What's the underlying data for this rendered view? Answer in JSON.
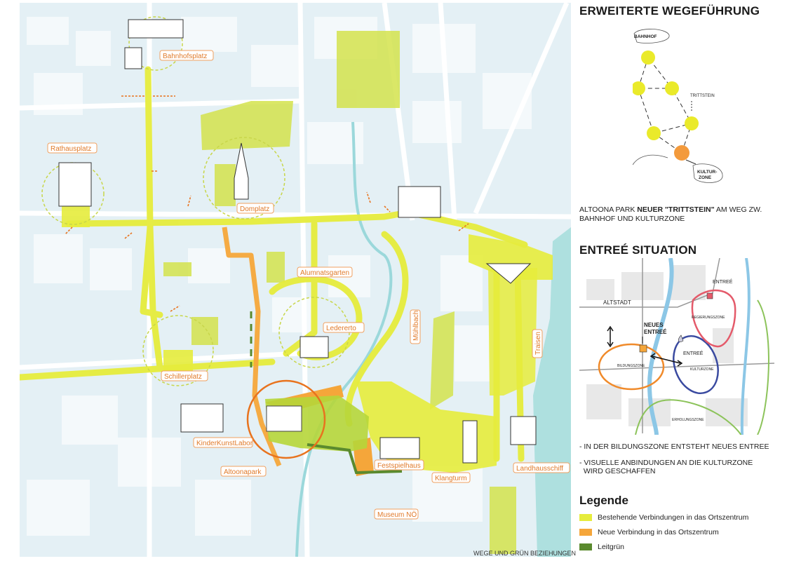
{
  "map": {
    "places": {
      "bahnhofsplatz": "Bahnhofsplatz",
      "rathausplatz": "Rathausplatz",
      "domplatz": "Domplatz",
      "alumnatsgarten": "Alumnatsgarten",
      "ledererto": "Ledererto",
      "schillerplatz": "Schillerplatz",
      "kinderkunstlabor": "KinderKunstLabor",
      "altoonapark": "Altoonapark",
      "festspielhaus": "Festspielhaus",
      "klangturm": "Klangturm",
      "museum_noe": "Museum NÖ",
      "landhausschiff": "Landhausschiff",
      "muehlbach": "Mühlbach",
      "traisen": "Traisen"
    },
    "caption": "WEGE UND GRÜN BEZIEHUNGEN"
  },
  "panel": {
    "section1": {
      "title": "ERWEITERTE WEGEFÜHRUNG",
      "diagram": {
        "bahnhof": "BAHNHOF",
        "trittstein": "TRITTSTEIN",
        "kulturzone_1": "KULTUR-",
        "kulturzone_2": "ZONE"
      },
      "caption_line1_prefix": "ALTOONA PARK ",
      "caption_line1_bold": "NEUER \"TRITTSTEIN\"",
      "caption_line1_suffix": " AM WEG ZW.",
      "caption_line2": "BAHNHOF UND KULTURZONE"
    },
    "section2": {
      "title": "ENTREÉ SITUATION",
      "diagram": {
        "altstadt": "ALTSTADT",
        "neues_entree_1": "NEUES",
        "neues_entree_2": "ENTREÉ",
        "entree_top": "ENTREÉ",
        "entree_mid": "ENTREÉ",
        "regierungszone": "REGIERUNGSZONE",
        "bildungszone": "BILDUNGSZONE",
        "kulturzone": "KULTURZONE",
        "erholungszone": "ERHOLUNGSZONE"
      },
      "notes": [
        "- IN DER BILDUNGSZONE ENTSTEHT NEUES ENTREE",
        "- VISUELLE ANBINDUNGEN AN DIE KULTURZONE",
        "  WIRD GESCHAFFEN"
      ]
    },
    "legend": {
      "title": "Legende",
      "items": [
        {
          "label": "Bestehende Verbindungen in das Ortszentrum",
          "color": "#e6ec3c"
        },
        {
          "label": "Neue Verbindung in das Ortszentrum",
          "color": "#f5a63a"
        },
        {
          "label": "Leitgrün",
          "color": "#5a8a2e"
        }
      ]
    }
  }
}
